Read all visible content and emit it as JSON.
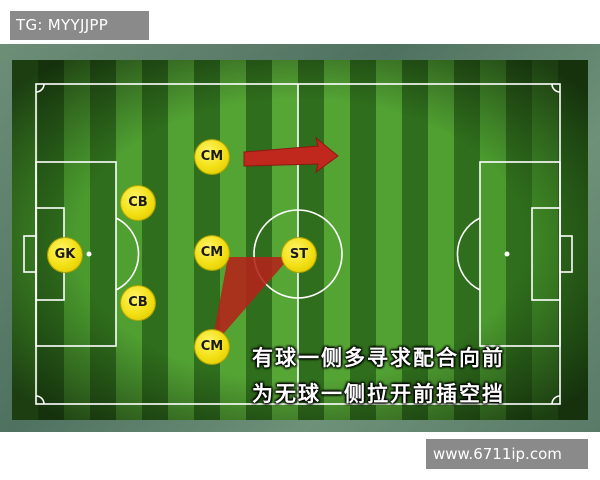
{
  "watermark_tag": "TG: MYYJJPP",
  "site_url": "www.6711ip.com",
  "players": {
    "gk": "GK",
    "cb_top": "CB",
    "cb_bottom": "CB",
    "cm_top": "CM",
    "cm_mid": "CM",
    "cm_bottom": "CM",
    "st": "ST"
  },
  "caption": {
    "line1": "有球一侧多寻求配合向前",
    "line2": "为无球一侧拉开前插空挡"
  },
  "colors": {
    "grass_light": "#4f9a2f",
    "grass_dark": "#2f6e1c",
    "player_fill": "#f2df12",
    "arrow": "#c0281e",
    "triangle": "#b5221a"
  }
}
